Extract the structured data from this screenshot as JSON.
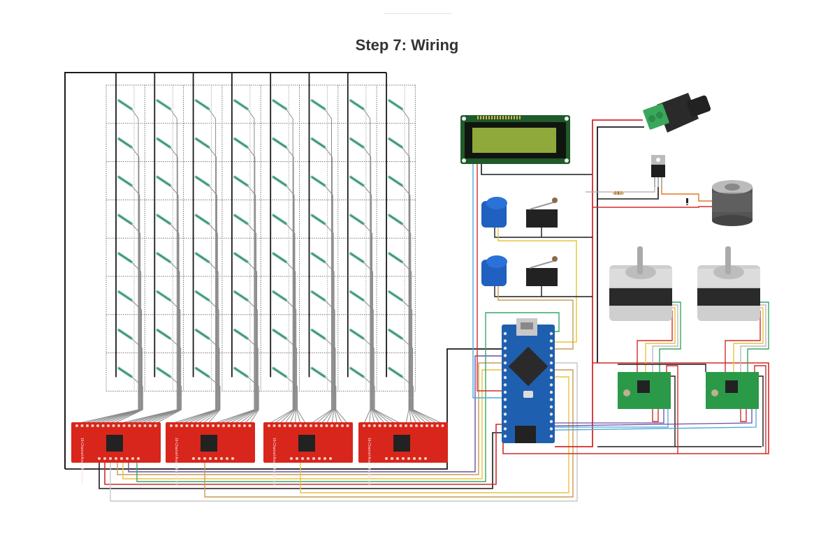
{
  "page": {
    "step_title": "Step 7: Wiring"
  },
  "diagram": {
    "description": "Wiring diagram for a chess board with reed switch matrix, multiplexers, Arduino Nano, LCD, stepper motors and electromagnet",
    "reed_matrix": {
      "rows": 8,
      "columns": 8,
      "component": "reed switch"
    },
    "multiplexers": [
      {
        "label": "16-Channel Analog Multiplexer"
      },
      {
        "label": "16-Channel Analog Multiplexer"
      },
      {
        "label": "16-Channel Analog Multiplexer"
      },
      {
        "label": "16-Channel Analog Multiplexer"
      }
    ],
    "components": [
      {
        "name": "LCD 16x2 display"
      },
      {
        "name": "DC power jack"
      },
      {
        "name": "TIP120 transistor"
      },
      {
        "name": "resistor"
      },
      {
        "name": "diode"
      },
      {
        "name": "electromagnet"
      },
      {
        "name": "push button 1"
      },
      {
        "name": "push button 2"
      },
      {
        "name": "limit switch 1"
      },
      {
        "name": "limit switch 2"
      },
      {
        "name": "Arduino Nano"
      },
      {
        "name": "stepper motor 1"
      },
      {
        "name": "stepper motor 2"
      },
      {
        "name": "A4988 stepper driver 1"
      },
      {
        "name": "A4988 stepper driver 2"
      }
    ],
    "wire_colors": {
      "ground": "#1a1a1a",
      "power": "#d42a2a",
      "signal_green": "#3aa56a",
      "signal_yellow": "#e8c33a",
      "signal_tan": "#c99a55",
      "signal_purple": "#6a4fa3",
      "signal_blue": "#4aa8d8",
      "signal_gray": "#a8a8a8",
      "orange": "#e07a20"
    },
    "mux_board_color": "#d9261c",
    "nano_board_color": "#1f5fb0",
    "driver_board_color": "#2a9a48"
  }
}
